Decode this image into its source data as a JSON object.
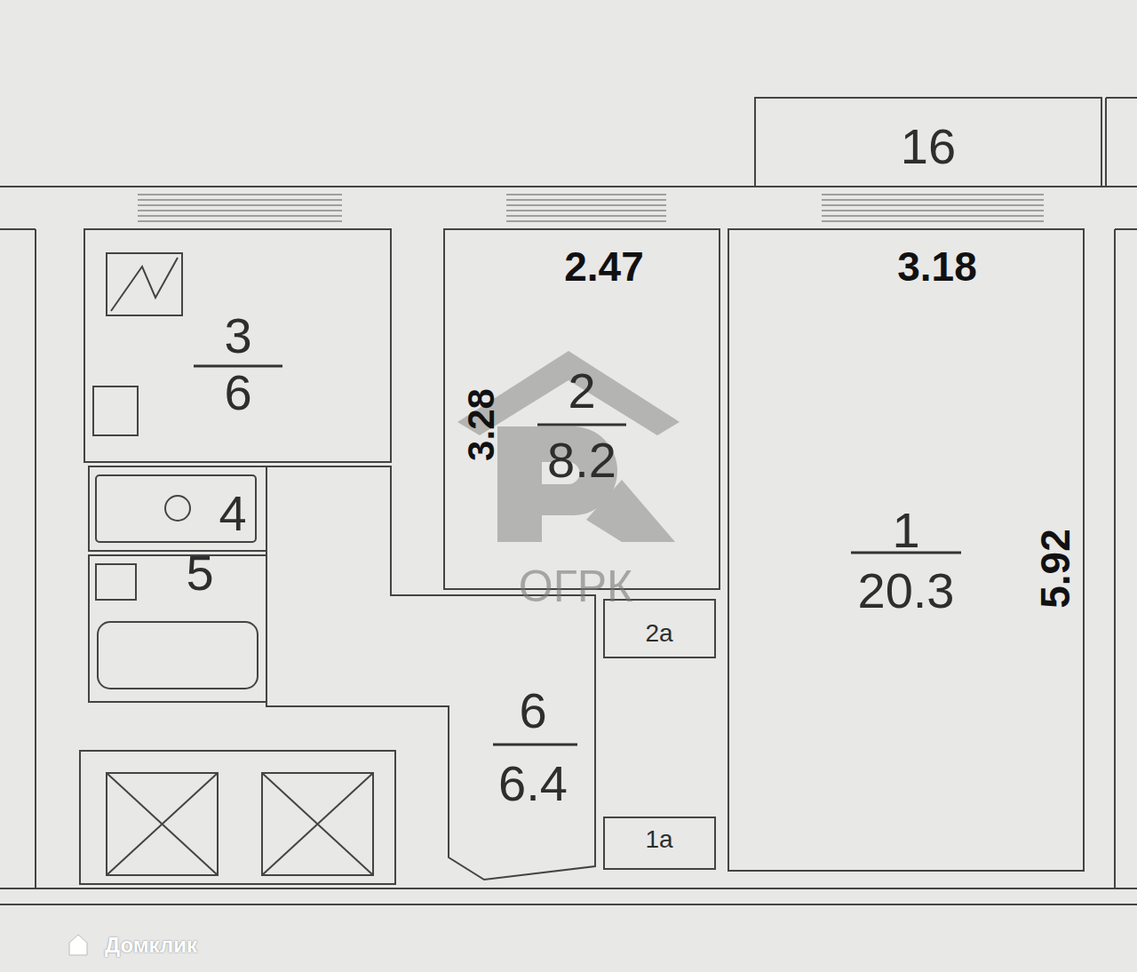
{
  "diagram": {
    "nodes": [
      {
        "text": [
          "16"
        ]
      },
      {
        "text": [
          "3",
          "6"
        ]
      },
      {
        "text": [
          "2",
          "8.2"
        ]
      },
      {
        "text": [
          "1",
          "20.3"
        ]
      },
      {
        "text": [
          "4"
        ]
      },
      {
        "text": [
          "5"
        ]
      },
      {
        "text": [
          "2a"
        ]
      },
      {
        "text": [
          "6",
          "6.4"
        ]
      },
      {
        "text": [
          "1a"
        ]
      }
    ],
    "labels": [
      "2.47",
      "3.18",
      "3.28",
      "5.92",
      "ОГРК",
      "Домклик"
    ]
  }
}
